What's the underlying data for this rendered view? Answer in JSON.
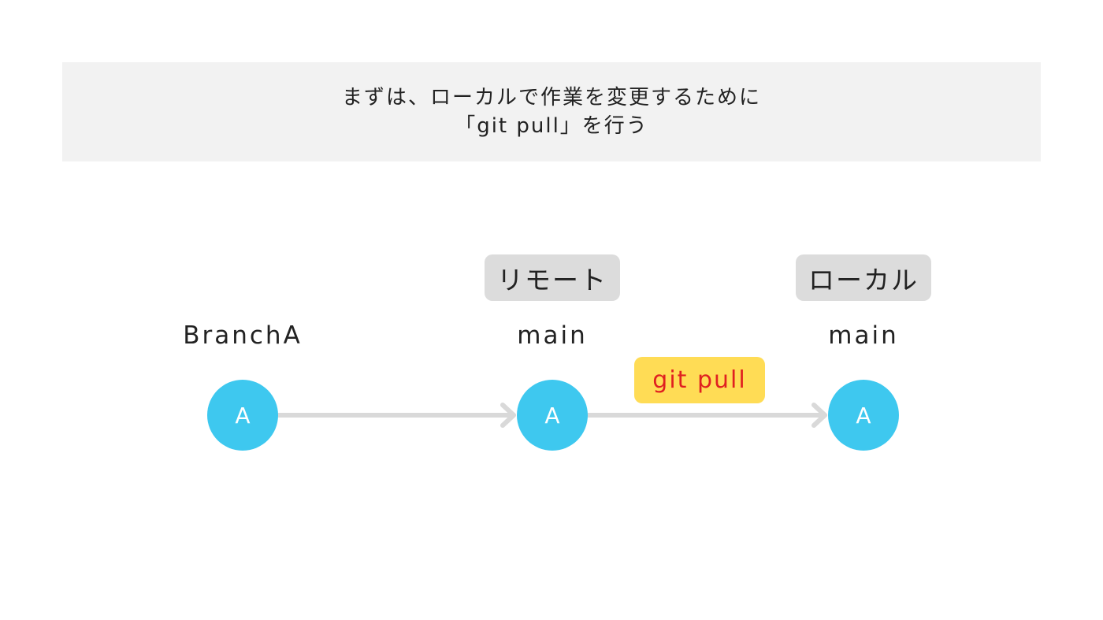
{
  "banner": {
    "line1": "まずは、ローカルで作業を変更するために",
    "line2": "「git pull」を行う"
  },
  "tags": {
    "remote": "リモート",
    "local": "ローカル"
  },
  "branches": {
    "branch_a": "BranchA",
    "remote_main": "main",
    "local_main": "main"
  },
  "nodes": {
    "n1": "A",
    "n2": "A",
    "n3": "A"
  },
  "action": {
    "label": "git pull"
  },
  "colors": {
    "node": "#3ec8ef",
    "arrow": "#d9d9d9",
    "badge": "#ffdc55",
    "badge_text": "#e02020",
    "tag": "#dcdcdc",
    "banner": "#f2f2f2"
  }
}
